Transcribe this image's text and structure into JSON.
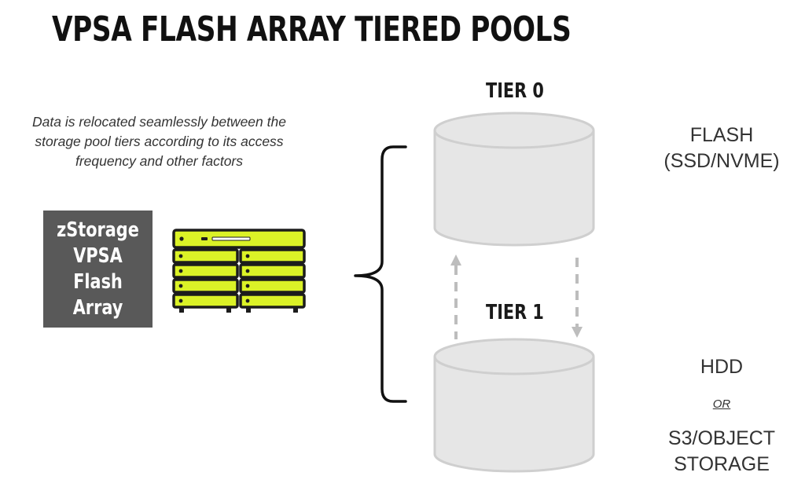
{
  "title": "VPSA FLASH ARRAY TIERED POOLS",
  "description": "Data is relocated seamlessly between the storage pool tiers according to its access frequency and other factors",
  "product_label": "zStorage\nVPSA Flash\nArray",
  "tiers": [
    {
      "label": "TIER 0",
      "media": "FLASH\n(SSD/NVME)"
    },
    {
      "label": "TIER 1",
      "media": "HDD",
      "or": "OR",
      "alt_media": "S3/OBJECT\nSTORAGE"
    }
  ],
  "colors": {
    "server_accent": "#dbf227",
    "server_outline": "#1c1c1c",
    "box_fill": "#595959",
    "cylinder_fill": "#e6e6e6",
    "cylinder_stroke": "#cfcfcf",
    "arrow": "#bdbdbd"
  },
  "icons": [
    "server-rack-icon",
    "brace-icon",
    "up-arrow-icon",
    "down-arrow-icon",
    "cylinder-icon"
  ]
}
